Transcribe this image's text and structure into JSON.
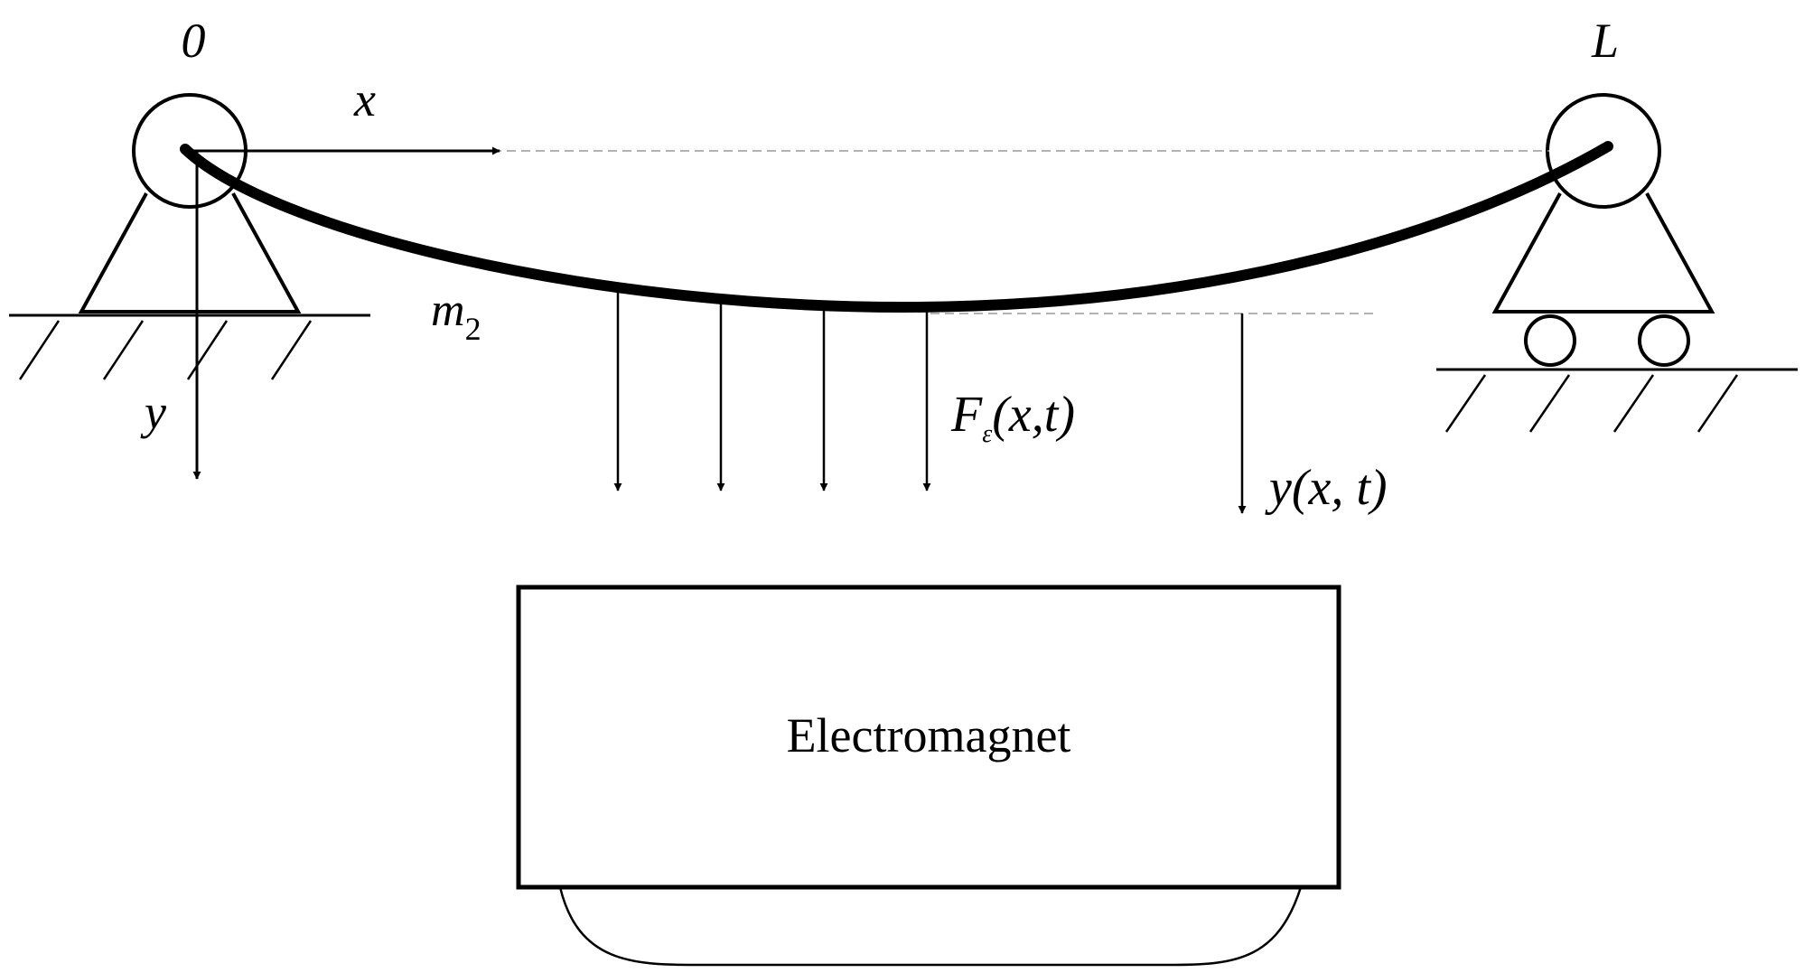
{
  "labels": {
    "origin": "0",
    "length": "L",
    "x_axis": "x",
    "y_axis": "y",
    "mass": "m",
    "mass_sub": "2",
    "force_main": "F",
    "force_sub": "ε",
    "force_args": "(x,t)",
    "deflection": "y(x, t)",
    "electromagnet": "Electromagnet"
  },
  "colors": {
    "ink": "#000000",
    "dashed": "#9a9a9a",
    "background": "#ffffff"
  }
}
